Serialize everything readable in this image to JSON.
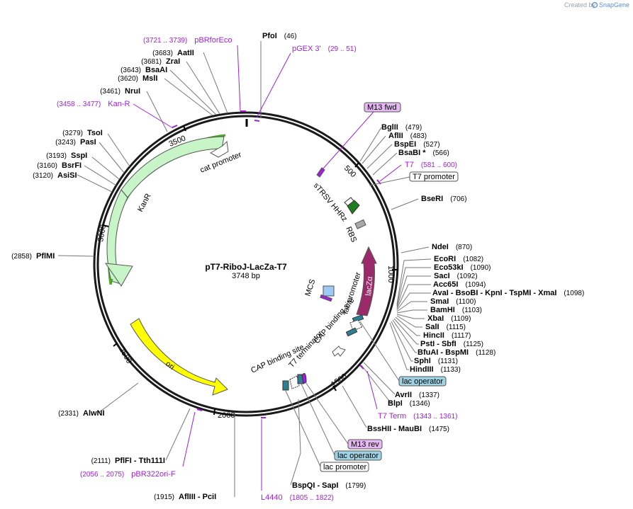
{
  "plasmid": {
    "name": "pT7-RiboJ-LacZa-T7",
    "length": "3748 bp"
  },
  "branding": {
    "created_by": "Created by",
    "product": "SnapGene"
  },
  "ticks": [
    "500",
    "1000",
    "1500",
    "2000",
    "2500",
    "3000",
    "3500"
  ],
  "colors": {
    "backbone": "#1a1a1a",
    "kanr": "#c8f5c8",
    "kanr_highlight": "#4da82a",
    "ori": "#ffff00",
    "lacza": "#9b2a6b",
    "primer": "#a020d8",
    "regulatory": "#2e7e93",
    "rbs": "#a8a8a8",
    "ribozyme": "#1e7e1e",
    "mcs": "#9cc9f5"
  },
  "sites": [
    {
      "name": "PfoI",
      "pos": "(46)"
    },
    {
      "name": "BglII",
      "pos": "(479)"
    },
    {
      "name": "AflII",
      "pos": "(483)"
    },
    {
      "name": "BspEI",
      "pos": "(527)"
    },
    {
      "name": "BsaBI *",
      "pos": "(566)"
    },
    {
      "name": "BseRI",
      "pos": "(706)"
    },
    {
      "name": "NdeI",
      "pos": "(870)"
    },
    {
      "name": "EcoRI",
      "pos": "(1082)"
    },
    {
      "name": "Eco53kI",
      "pos": "(1090)"
    },
    {
      "name": "SacI",
      "pos": "(1092)"
    },
    {
      "name": "Acc65I",
      "pos": "(1094)"
    },
    {
      "name": "AvaI - BsoBI - KpnI - TspMI - XmaI",
      "pos": "(1098)"
    },
    {
      "name": "SmaI",
      "pos": "(1100)"
    },
    {
      "name": "BamHI",
      "pos": "(1103)"
    },
    {
      "name": "XbaI",
      "pos": "(1109)"
    },
    {
      "name": "SalI",
      "pos": "(1115)"
    },
    {
      "name": "HincII",
      "pos": "(1117)"
    },
    {
      "name": "PstI - SbfI",
      "pos": "(1125)"
    },
    {
      "name": "BfuAI - BspMI",
      "pos": "(1128)"
    },
    {
      "name": "SphI",
      "pos": "(1131)"
    },
    {
      "name": "HindIII",
      "pos": "(1133)"
    },
    {
      "name": "AvrII",
      "pos": "(1337)"
    },
    {
      "name": "BlpI",
      "pos": "(1346)"
    },
    {
      "name": "BssHII - MauBI",
      "pos": "(1475)"
    },
    {
      "name": "BspQI - SapI",
      "pos": "(1799)"
    },
    {
      "name": "AflIII - PciI",
      "pos": "(1915)"
    },
    {
      "name": "PflFI - Tth111I",
      "pos": "(2111)"
    },
    {
      "name": "AlwNI",
      "pos": "(2331)"
    },
    {
      "name": "PflMI",
      "pos": "(2858)"
    },
    {
      "name": "AsiSI",
      "pos": "(3120)"
    },
    {
      "name": "BsrFI",
      "pos": "(3160)"
    },
    {
      "name": "SspI",
      "pos": "(3193)"
    },
    {
      "name": "PasI",
      "pos": "(3243)"
    },
    {
      "name": "TsoI",
      "pos": "(3279)"
    },
    {
      "name": "NruI",
      "pos": "(3461)"
    },
    {
      "name": "MslI",
      "pos": "(3620)"
    },
    {
      "name": "BsaAI",
      "pos": "(3643)"
    },
    {
      "name": "ZraI",
      "pos": "(3681)"
    },
    {
      "name": "AatII",
      "pos": "(3683)"
    }
  ],
  "primers": [
    {
      "name": "pBRforEco",
      "range": "(3721 .. 3739)"
    },
    {
      "name": "pGEX 3'",
      "range": "(29 .. 51)"
    },
    {
      "name": "T7",
      "range": "(581 .. 600)"
    },
    {
      "name": "T7 Term",
      "range": "(1343 .. 1361)"
    },
    {
      "name": "L4440",
      "range": "(1805 .. 1822)"
    },
    {
      "name": "pBR322ori-F",
      "range": "(2056 .. 2075)"
    },
    {
      "name": "Kan-R",
      "range": "(3458 .. 3477)"
    }
  ],
  "boxed_labels": [
    "M13 fwd",
    "T7 promoter",
    "lac operator",
    "M13 rev",
    "lac operator",
    "lac promoter"
  ],
  "features": {
    "kanr": "KanR",
    "ori": "ori",
    "lacza": "lacZα",
    "cat_promoter": "cat promoter",
    "strsv": "sTRSV HHRz",
    "rbs": "RBS",
    "mcs": "MCS",
    "lac_promoter": "lac promoter",
    "cap_site_1": "CAP binding site",
    "cap_site_2": "CAP binding site",
    "t7_terminator": "T7 terminator"
  }
}
